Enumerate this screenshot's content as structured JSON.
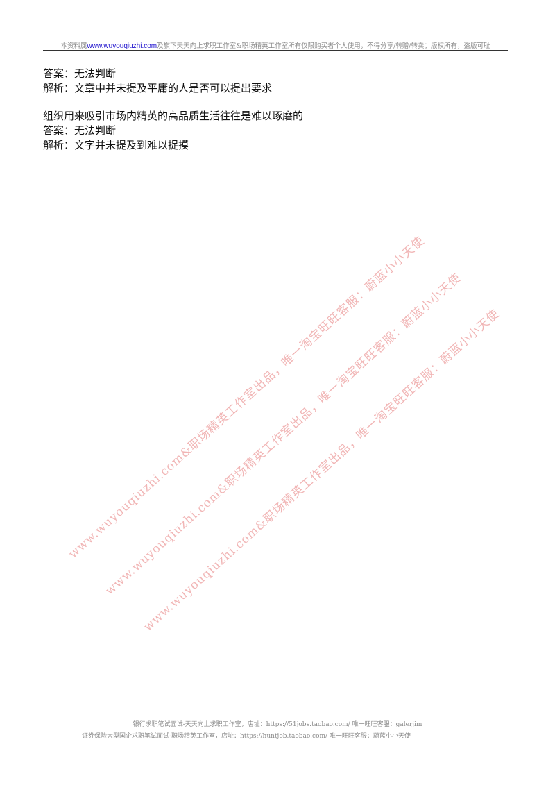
{
  "header": {
    "prefix": "本资料属",
    "link": "www.wuyouqiuzhi.com",
    "suffix": "及旗下天天向上求职工作室&职场精英工作室所有仅限购买者个人使用，不得分享/转赠/转卖；版权所有，盗版可耻"
  },
  "content": {
    "block1": {
      "answer": "答案：无法判断",
      "analysis": "解析：文章中并未提及平庸的人是否可以提出要求"
    },
    "block2": {
      "question": "组织用来吸引市场内精英的高品质生活往往是难以琢磨的",
      "answer": "答案：无法判断",
      "analysis": "解析：文字并未提及到难以捉摸"
    }
  },
  "watermark": {
    "text": "www.wuyouqiuzhi.com&职场精英工作室出品，唯一淘宝旺旺客服：蔚蓝小小天使"
  },
  "footer": {
    "line1": "银行求职笔试面试-天天向上求职工作室，店址：https://51jobs.taobao.com/ 唯一旺旺客服：galerjim",
    "line2": "证券保险大型国企求职笔试面试-职场精英工作室，店址：https://huntjob.taobao.com/ 唯一旺旺客服：蔚蓝小小天使"
  }
}
